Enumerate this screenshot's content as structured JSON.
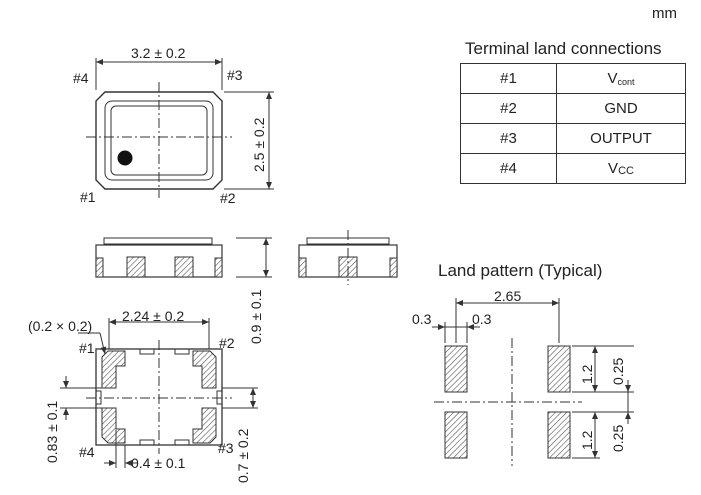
{
  "unit": "mm",
  "terminal_table": {
    "title": "Terminal land connections",
    "rows": [
      {
        "pin": "#1",
        "func_main": "V",
        "func_sub": "cont"
      },
      {
        "pin": "#2",
        "func_main": "GND",
        "func_sub": ""
      },
      {
        "pin": "#3",
        "func_main": "OUTPUT",
        "func_sub": ""
      },
      {
        "pin": "#4",
        "func_main": "V",
        "func_sub": "CC"
      }
    ]
  },
  "top_view": {
    "width_dim": "3.2 ± 0.2",
    "height_dim": "2.5 ± 0.2",
    "pins": {
      "p1": "#1",
      "p2": "#2",
      "p3": "#3",
      "p4": "#4"
    }
  },
  "side_view": {
    "height_dim": "0.9 ± 0.1"
  },
  "bottom_view": {
    "chamfer": "(0.2 × 0.2)",
    "pad_span": "2.24 ± 0.2",
    "pad_width": "0.4 ± 0.1",
    "pad_height": "0.83 ± 0.1",
    "side_dim": "0.7 ± 0.2",
    "pins": {
      "p1": "#1",
      "p2": "#2",
      "p3": "#3",
      "p4": "#4"
    }
  },
  "land_pattern": {
    "title": "Land pattern (Typical)",
    "span": "2.65",
    "pad_w_left": "0.3",
    "pad_w_right": "0.3",
    "pad_h_top": "1.2",
    "gap_top": "0.25",
    "pad_h_bottom": "1.2",
    "gap_bottom": "0.25"
  },
  "colors": {
    "line": "#333333",
    "hatch": "#555555"
  }
}
